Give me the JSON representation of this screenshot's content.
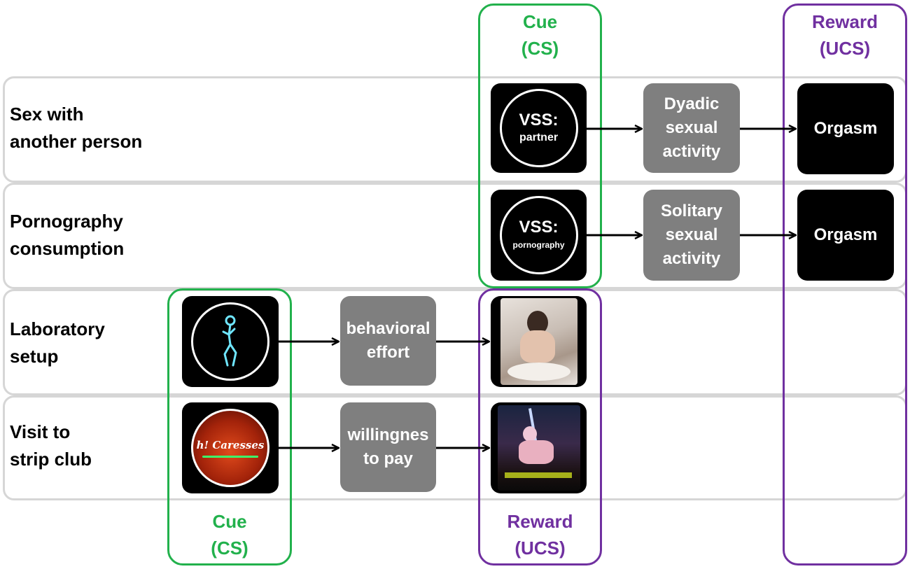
{
  "rows": [
    {
      "label": "Sex with\nanother person"
    },
    {
      "label": "Pornography\nconsumption"
    },
    {
      "label": "Laboratory\nsetup"
    },
    {
      "label": "Visit to\nstrip club"
    }
  ],
  "columns": {
    "cue_top": "Cue\n(CS)",
    "reward_top": "Reward\n(UCS)",
    "cue_bottom": "Cue\n(CS)",
    "reward_bottom": "Reward\n(UCS)"
  },
  "boxes": {
    "vss_partner_main": "VSS:",
    "vss_partner_sub": "partner",
    "vss_porn_main": "VSS:",
    "vss_porn_sub": "pornography",
    "dyadic": "Dyadic\nsexual\nactivity",
    "solitary": "Solitary\nsexual\nactivity",
    "orgasm_1": "Orgasm",
    "orgasm_2": "Orgasm",
    "behavioral": "behavioral\neffort",
    "willingness": "willingnes\nto pay",
    "club_sign": "h! Caresses"
  },
  "colors": {
    "green": "#22b14c",
    "purple": "#7030a0",
    "gray_box": "#7f7f7f",
    "row_border": "#d6d6d6"
  }
}
